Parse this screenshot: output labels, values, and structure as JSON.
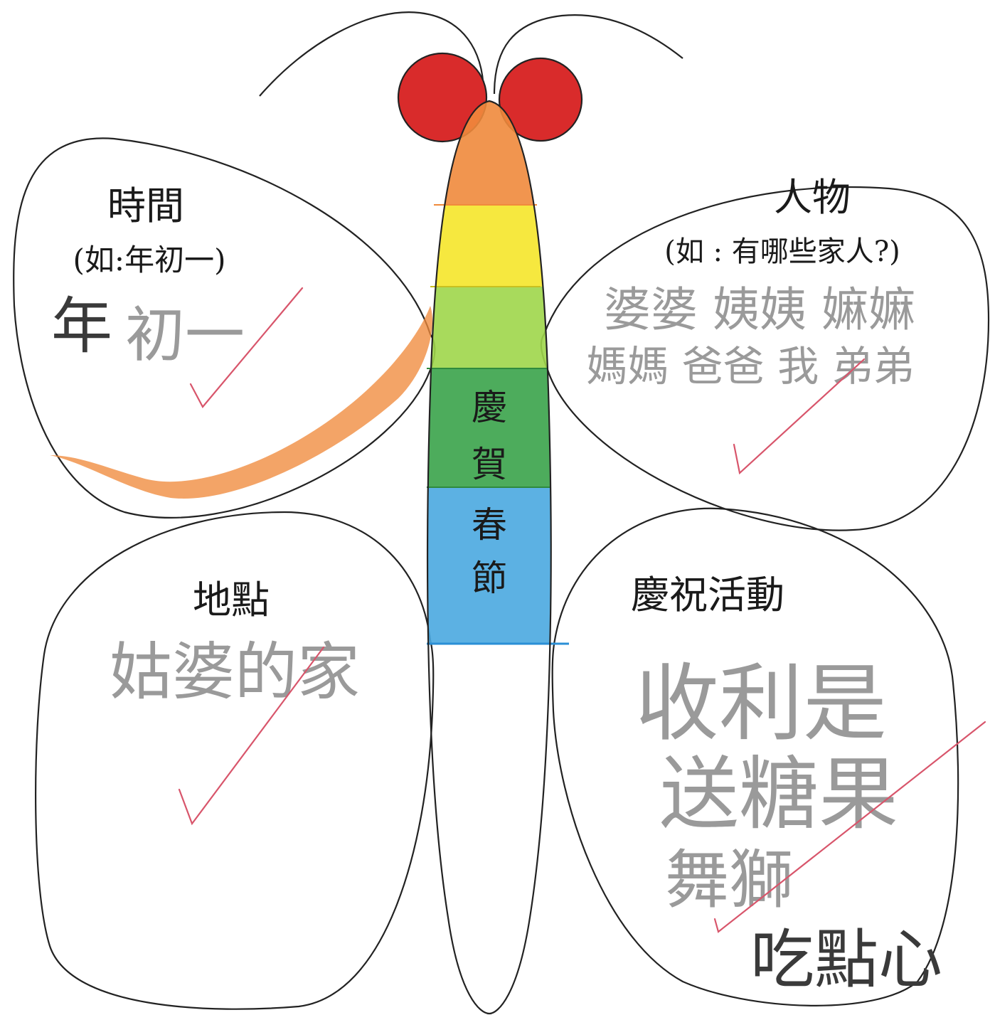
{
  "body_title": [
    "慶",
    "賀",
    "春",
    "節"
  ],
  "wings": {
    "top_left": {
      "title": "時間",
      "hint": "(如:年初一)",
      "answer_dark": "年",
      "answer_light": "初一"
    },
    "top_right": {
      "title": "人物",
      "hint": "(如 : 有哪些家人?)",
      "answer_line1": "婆婆 姨姨 嫲嫲",
      "answer_line2": "媽媽 爸爸 我 弟弟"
    },
    "bottom_left": {
      "title": "地點",
      "answer": "姑婆的家"
    },
    "bottom_right": {
      "title": "慶祝活動",
      "answer_line1": "收利是",
      "answer_line2": "送糖果",
      "answer_line3": "舞獅",
      "answer_line4": "吃點心"
    }
  },
  "colors": {
    "eye": "#d92b2b",
    "stripe_orange": "#f08a3c",
    "stripe_yellow": "#f5e62a",
    "stripe_light_green": "#9ed64a",
    "stripe_green": "#3aa34a",
    "stripe_blue": "#4aa8e0",
    "tick": "#d8556b"
  },
  "icons": {
    "check": "check-mark-icon",
    "eye": "butterfly-eye-icon"
  }
}
